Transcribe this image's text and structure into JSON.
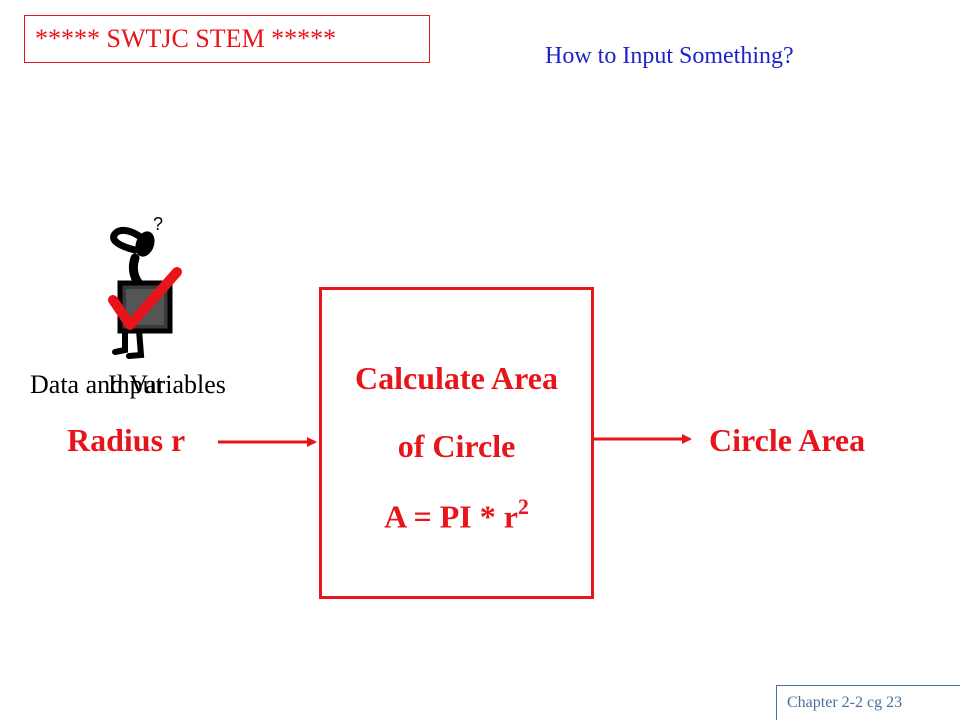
{
  "header": {
    "title": "*****  SWTJC STEM *****"
  },
  "subtitle": "How to Input Something?",
  "figure": {
    "question_mark": "?"
  },
  "overlap_labels": {
    "first": "Data and Variables",
    "second": "Input"
  },
  "input": {
    "label": "Radius r"
  },
  "process": {
    "line1": "Calculate Area",
    "line2": "of Circle",
    "formula": "A = PI * r",
    "exponent": "2"
  },
  "output": {
    "label": "Circle Area"
  },
  "footer": {
    "text": "Chapter 2-2 cg 23"
  },
  "colors": {
    "red": "#e8141b",
    "blue": "#1e22c8",
    "footer": "#4a6f9c"
  }
}
